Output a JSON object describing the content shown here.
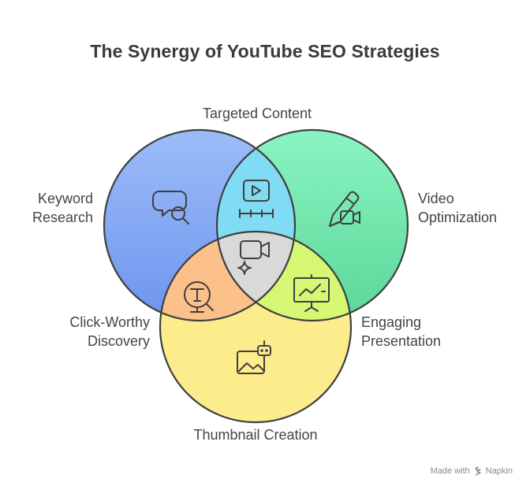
{
  "title": "The Synergy of YouTube SEO Strategies",
  "labels": {
    "top": "Targeted Content",
    "left": [
      "Keyword",
      "Research"
    ],
    "right": [
      "Video",
      "Optimization"
    ],
    "lower_left": [
      "Click-Worthy",
      "Discovery"
    ],
    "lower_right": [
      "Engaging",
      "Presentation"
    ],
    "bottom": "Thumbnail Creation"
  },
  "circles": {
    "keyword_research": {
      "fill": "#8fb3f7",
      "fill_bottom": "#6f98ef"
    },
    "video_optimization": {
      "fill": "#82f0b8",
      "fill_bottom": "#5ed89c"
    },
    "thumbnail_creation": {
      "fill": "#fcec8c"
    }
  },
  "intersections": {
    "keyword_video": "#7fdcf4",
    "keyword_thumbnail": "#fcc08a",
    "video_thumbnail": "#d6f774",
    "center": "#d9d9d9"
  },
  "icons": {
    "keyword": "search-chat-icon",
    "video": "pencil-video-icon",
    "targeted": "video-timeline-icon",
    "center": "video-sparkle-icon",
    "click": "text-magnify-icon",
    "presentation": "chart-board-icon",
    "thumbnail": "image-bot-icon"
  },
  "footer": {
    "made_with": "Made with",
    "brand": "Napkin"
  }
}
